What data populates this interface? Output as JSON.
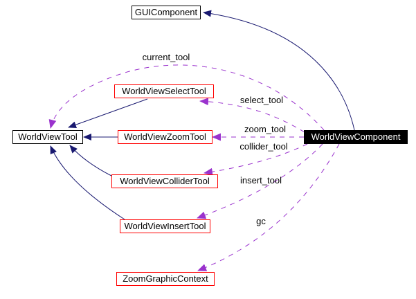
{
  "diagram": {
    "nodes": {
      "gui_component": {
        "label": "GUIComponent"
      },
      "world_view_tool": {
        "label": "WorldViewTool"
      },
      "world_view_select_tool": {
        "label": "WorldViewSelectTool"
      },
      "world_view_zoom_tool": {
        "label": "WorldViewZoomTool"
      },
      "world_view_collider_tool": {
        "label": "WorldViewColliderTool"
      },
      "world_view_insert_tool": {
        "label": "WorldViewInsertTool"
      },
      "zoom_graphic_context": {
        "label": "ZoomGraphicContext"
      },
      "world_view_component": {
        "label": "WorldViewComponent"
      }
    },
    "edge_labels": {
      "current_tool": "current_tool",
      "select_tool": "select_tool",
      "zoom_tool": "zoom_tool",
      "collider_tool": "collider_tool",
      "insert_tool": "insert_tool",
      "gc": "gc"
    },
    "colors": {
      "background": "#ffffff",
      "inheritance_edge": "#191970",
      "usage_edge": "#9a32cd",
      "node_border": "#000000",
      "truncated_node_border": "#ff0000",
      "selected_node_bg": "#000000",
      "selected_node_text": "#ffffff"
    }
  }
}
